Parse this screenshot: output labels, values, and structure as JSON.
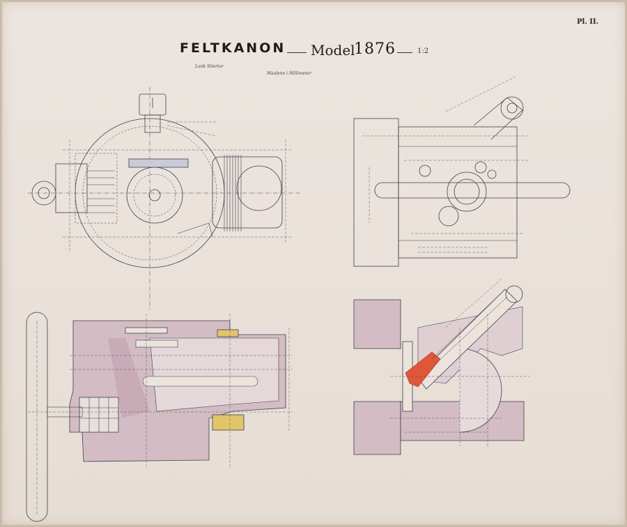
{
  "header": {
    "title": "FELTKANON",
    "model_word": "Model",
    "model_year": "1876",
    "scale": "1:2",
    "plate": "Pl. II."
  },
  "notes": {
    "left": "Lank Stiertor",
    "center": "Maalene i Millimeter"
  },
  "colors": {
    "paper": "#ebe3dc",
    "ink": "#3b3f4a",
    "section_fill": "#d4bcc4",
    "brass_fill": "#e2c46a",
    "red_fill": "#e0563a"
  },
  "views": [
    {
      "id": "front-view",
      "icon": "circular-breech-front-elevation"
    },
    {
      "id": "top-plan-view",
      "icon": "breech-plan-upper-right"
    },
    {
      "id": "side-section-view",
      "icon": "breech-longitudinal-section"
    },
    {
      "id": "cross-section-view",
      "icon": "breech-cross-section"
    }
  ]
}
